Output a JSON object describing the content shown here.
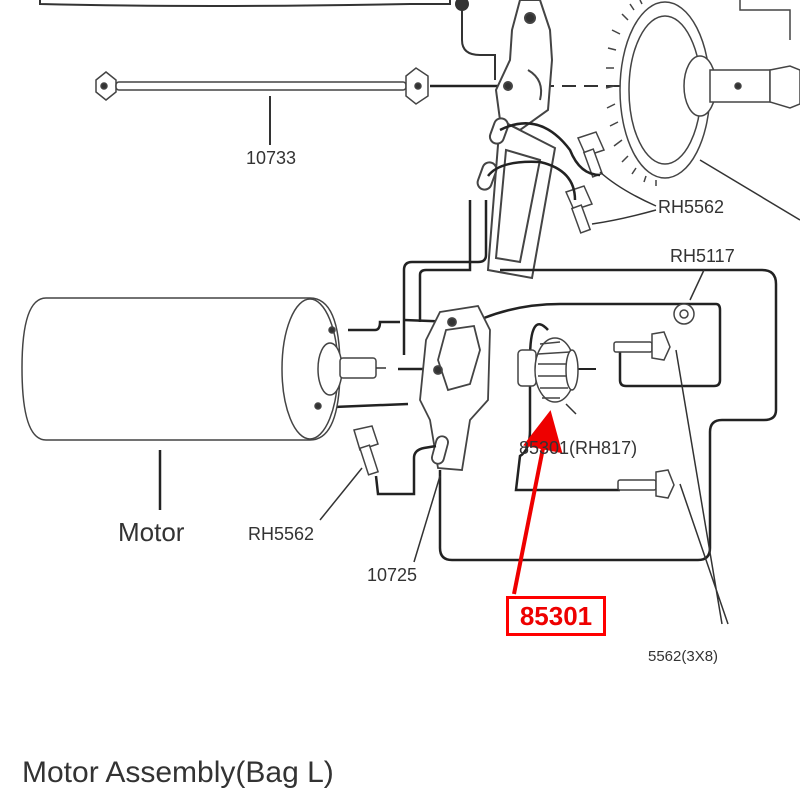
{
  "diagram": {
    "title": "Motor Assembly(Bag L)",
    "labels": {
      "driveshaft": "10733",
      "screw_upper": "RH5562",
      "spacer": "RH5117",
      "pinion_gear": "85301(RH817)",
      "motor": "Motor",
      "screw_lower": "RH5562",
      "motor_mount": "10725",
      "mount_screws": "5562(3X8)"
    },
    "callout": {
      "label": "85301",
      "color": "#ff0000"
    }
  }
}
